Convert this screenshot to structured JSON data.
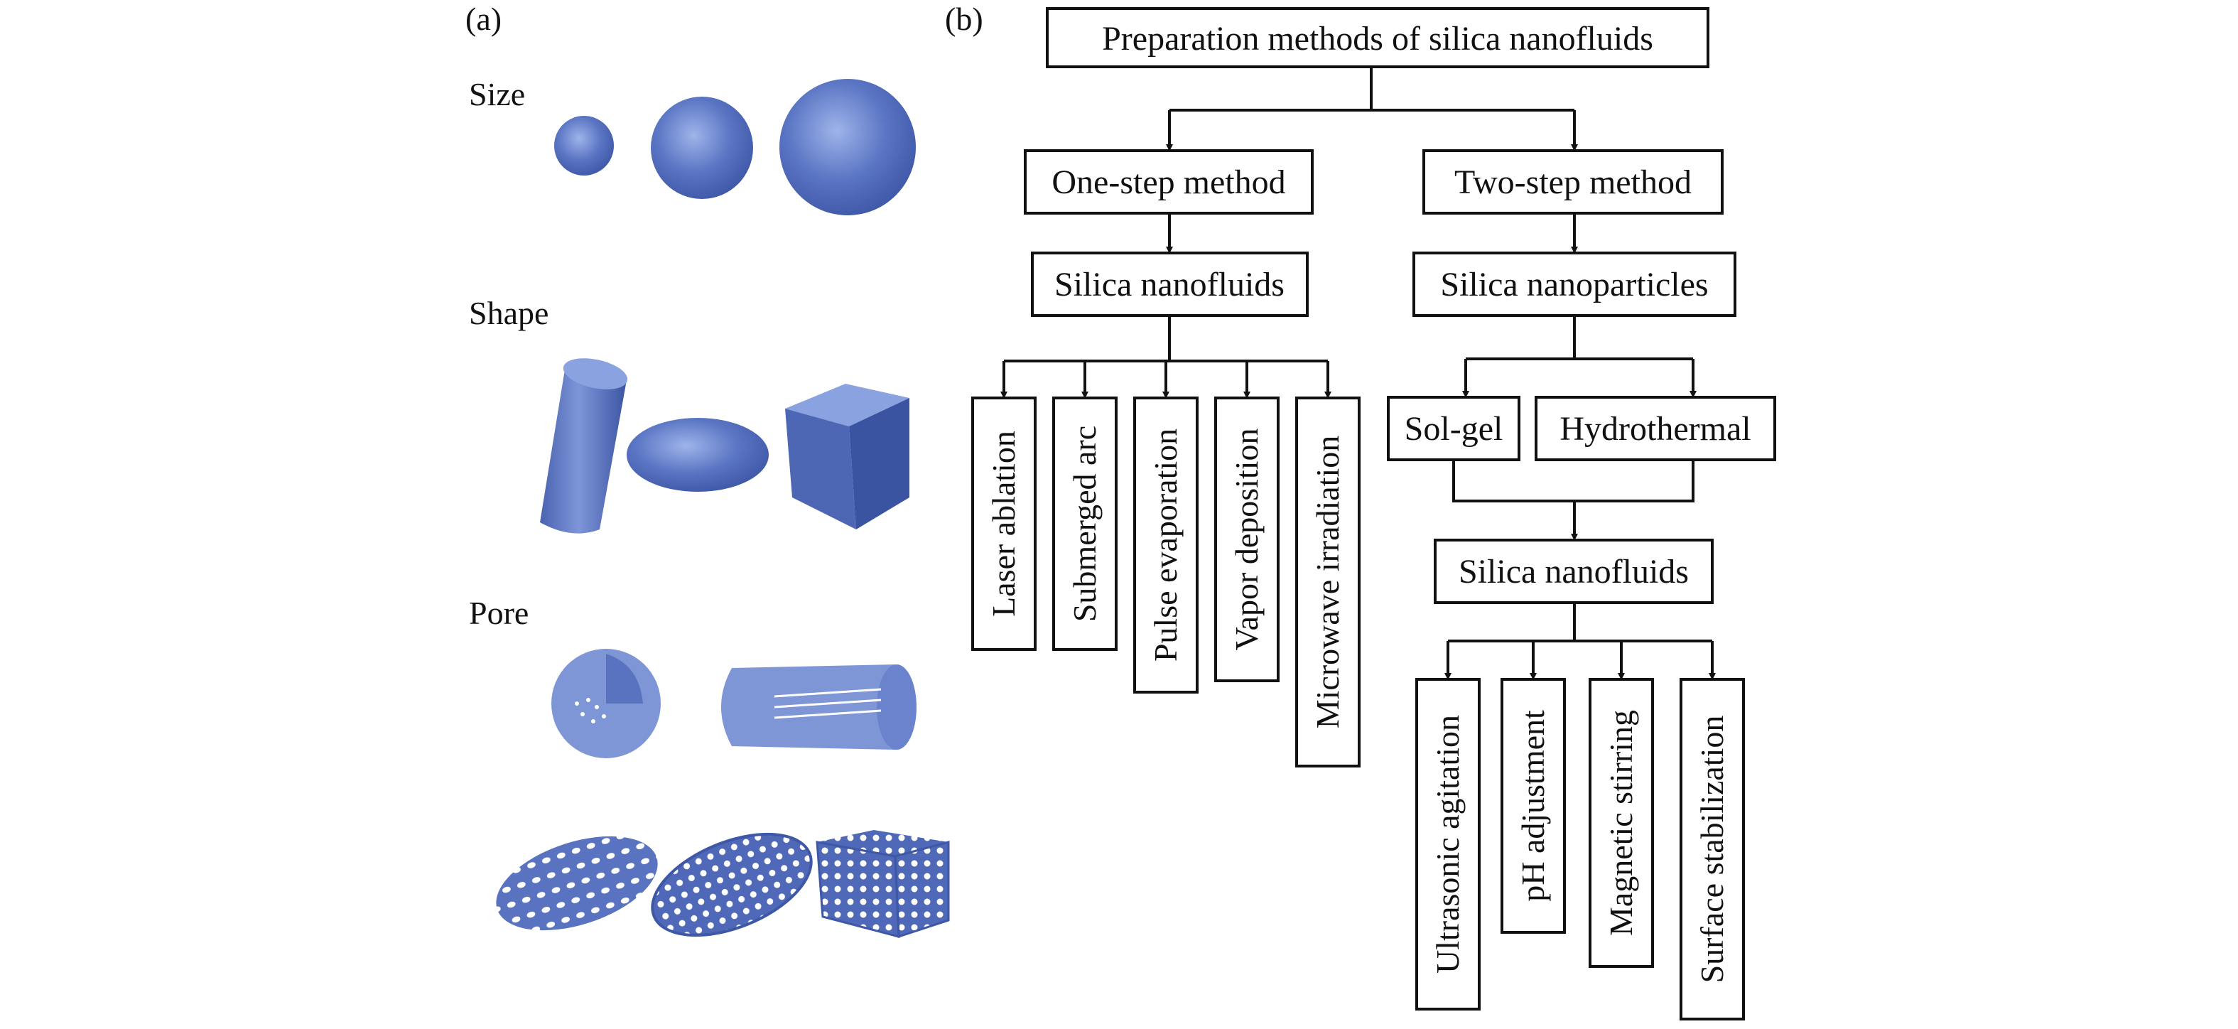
{
  "panel_a": {
    "label": "(a)",
    "rows": [
      {
        "title": "Size"
      },
      {
        "title": "Shape"
      },
      {
        "title": "Pore"
      }
    ]
  },
  "panel_b": {
    "label": "(b)",
    "root": "Preparation methods of silica nanofluids",
    "one_step": {
      "title": "One-step method",
      "product": "Silica nanofluids",
      "methods": [
        "Laser ablation",
        "Submerged arc",
        "Pulse evaporation",
        "Vapor deposition",
        "Microwave irradiation"
      ]
    },
    "two_step": {
      "title": "Two-step method",
      "particles": "Silica nanoparticles",
      "syntheses": [
        "Sol-gel",
        "Hydrothermal"
      ],
      "product": "Silica nanofluids",
      "dispersion": [
        "Ultrasonic agitation",
        "pH adjustment",
        "Magnetic stirring",
        "Surface stabilization"
      ]
    }
  },
  "colors": {
    "particle": "#4f69b8",
    "particle_light": "#8aa2e0",
    "particle_dark": "#2e4690",
    "line": "#111111"
  }
}
